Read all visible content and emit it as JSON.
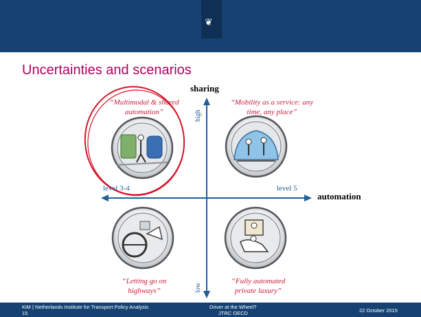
{
  "title": "Uncertainties and scenarios",
  "axes": {
    "vertical": {
      "label": "sharing",
      "high": "high",
      "low": "low"
    },
    "horizontal": {
      "label": "automation",
      "left": "level 3-4",
      "right": "level 5"
    }
  },
  "quadrants": [
    {
      "quote": "“Multimodal & shared automation”",
      "highlighted": true
    },
    {
      "quote": "“Mobility as a service: any time, any place”"
    },
    {
      "quote": "“Letting go on highways”"
    },
    {
      "quote": "“Fully automated private luxury”"
    }
  ],
  "footer": {
    "left_line1": "KiM | Netherlands Institute for Transport Policy Analysis",
    "left_line2": "15",
    "center_line1": "Driver at the Wheel?",
    "center_line2": "JTRC OECD",
    "right": "22 October 2015"
  },
  "colors": {
    "header": "#154273",
    "title": "#b1005d",
    "axis": "#1f5f9a",
    "quote": "#cc1a3a",
    "highlight_circle": "#d4142a"
  },
  "icons": {
    "logo": "dutch-coat-of-arms-icon"
  }
}
